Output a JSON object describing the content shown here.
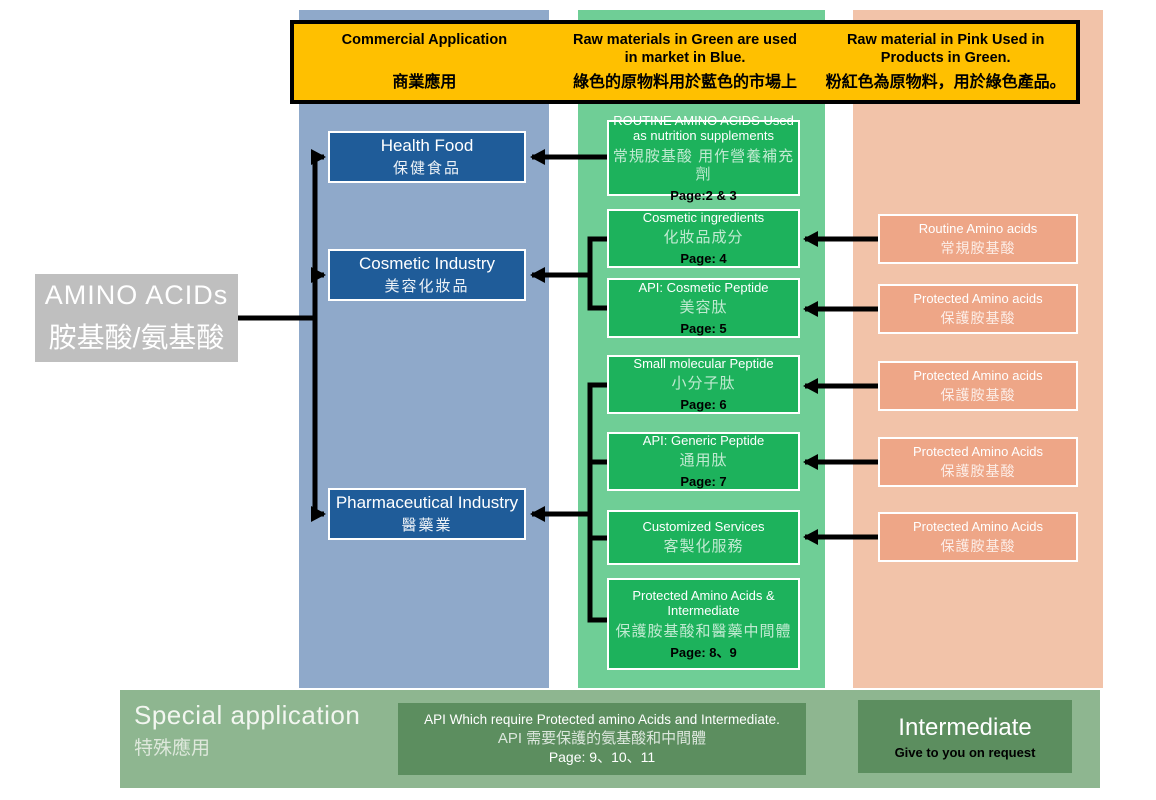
{
  "legend": {
    "cells": [
      {
        "en": "Commercial Application",
        "zh": "商業應用"
      },
      {
        "en": "Raw materials in Green are used in market in Blue.",
        "zh": "綠色的原物料用於藍色的市場上"
      },
      {
        "en": "Raw material in Pink Used in Products in Green.",
        "zh": "粉紅色為原物料，用於綠色產品。"
      }
    ]
  },
  "root": {
    "en": "AMINO ACIDs",
    "zh": "胺基酸/氨基酸"
  },
  "markets": {
    "boxes": [
      {
        "en": "Health Food",
        "zh": "保健食品"
      },
      {
        "en": "Cosmetic Industry",
        "zh": "美容化妝品"
      },
      {
        "en": "Pharmaceutical Industry",
        "zh": "醫藥業"
      }
    ]
  },
  "products": {
    "boxes": [
      {
        "en": "ROUTINE AMINO ACIDS Used as nutrition supplements",
        "zh": "常規胺基酸 用作營養補充劑",
        "page": "Page:2 & 3"
      },
      {
        "en": "Cosmetic ingredients",
        "zh": "化妝品成分",
        "page": "Page: 4"
      },
      {
        "en": "API: Cosmetic Peptide",
        "zh": "美容肽",
        "page": "Page: 5"
      },
      {
        "en": "Small molecular Peptide",
        "zh": "小分子肽",
        "page": "Page: 6"
      },
      {
        "en": "API: Generic Peptide",
        "zh": "通用肽",
        "page": "Page: 7"
      },
      {
        "en": "Customized Services",
        "zh": "客製化服務"
      },
      {
        "en": "Protected Amino Acids & Intermediate",
        "zh": "保護胺基酸和醫藥中間體",
        "page": "Page: 8、9"
      }
    ]
  },
  "raw_materials": {
    "boxes": [
      {
        "en": "Routine Amino acids",
        "zh": "常規胺基酸"
      },
      {
        "en": "Protected Amino acids",
        "zh": "保護胺基酸"
      },
      {
        "en": "Protected Amino acids",
        "zh": "保護胺基酸"
      },
      {
        "en": "Protected Amino Acids",
        "zh": "保護胺基酸"
      },
      {
        "en": "Protected Amino Acids",
        "zh": "保護胺基酸"
      }
    ]
  },
  "special": {
    "title_en": "Special application",
    "title_zh": "特殊應用",
    "api": {
      "line1": "API Which require Protected amino Acids and Intermediate.",
      "line2": "API 需要保護的氨基酸和中間體",
      "page": "Page: 9、10、11"
    },
    "intermediate": {
      "title": "Intermediate",
      "note": "Give to you on request"
    }
  },
  "colors": {
    "legend_bg": "#FFC000",
    "market_column": "#8FA9CA",
    "market_box": "#1F5C99",
    "product_column": "#6FCE96",
    "product_box": "#1DB25C",
    "raw_column": "#F2C3A9",
    "raw_box": "#EEA687",
    "special_banner": "#8EB690",
    "special_box": "#5C8E5F",
    "root_box": "#BFBFBF",
    "connector": "#000000"
  }
}
